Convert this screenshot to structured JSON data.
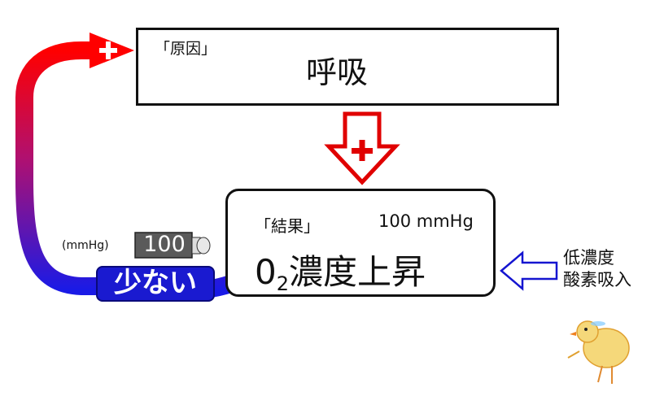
{
  "cause": {
    "tag": "「原因」",
    "title": "呼吸"
  },
  "result": {
    "tag": "「結果」",
    "value": "100 mmHg",
    "title_o": "0",
    "title_sub": "2",
    "title_rest": "濃度上昇"
  },
  "gauge": {
    "unit": "(mmHg)",
    "value": "100"
  },
  "low_badge": "少ない",
  "side_note": {
    "line1": "低濃度",
    "line2": "酸素吸入"
  },
  "colors": {
    "up_arrow": "#e00000",
    "input_arrow": "#1515d0",
    "loop_start": "#ff0000",
    "loop_end": "#1a1ae6",
    "badge": "#1a1ad0",
    "gauge": "#555555"
  },
  "icons": [
    "plus-icon",
    "up-arrow-icon",
    "down-plus-arrow-icon",
    "left-arrow-icon",
    "chick-illustration"
  ]
}
